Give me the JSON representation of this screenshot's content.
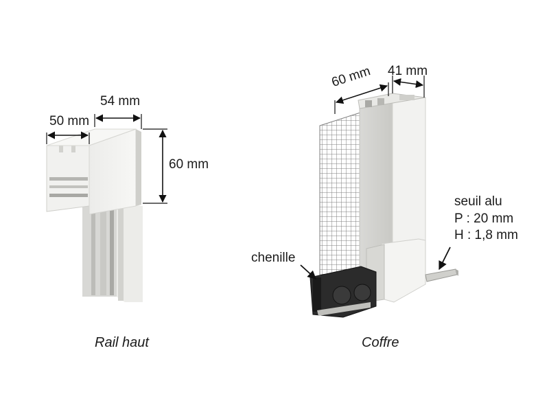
{
  "colors": {
    "background": "#ffffff",
    "profile_light": "#f3f3f1",
    "profile_mid": "#e2e2df",
    "profile_shadow": "#c6c6c2",
    "profile_dark": "#9d9d99",
    "mesh": "#7c7c7c",
    "dark_part": "#222222",
    "dimension_line": "#111111"
  },
  "rail_haut": {
    "caption": "Rail haut",
    "dim_width": "50 mm",
    "dim_depth": "54 mm",
    "dim_height": "60 mm"
  },
  "coffre": {
    "caption": "Coffre",
    "dim_depth": "60 mm",
    "dim_width": "41 mm",
    "chenille_label": "chenille",
    "seuil_label": "seuil alu",
    "seuil_depth": "P : 20 mm",
    "seuil_height": "H : 1,8 mm"
  }
}
